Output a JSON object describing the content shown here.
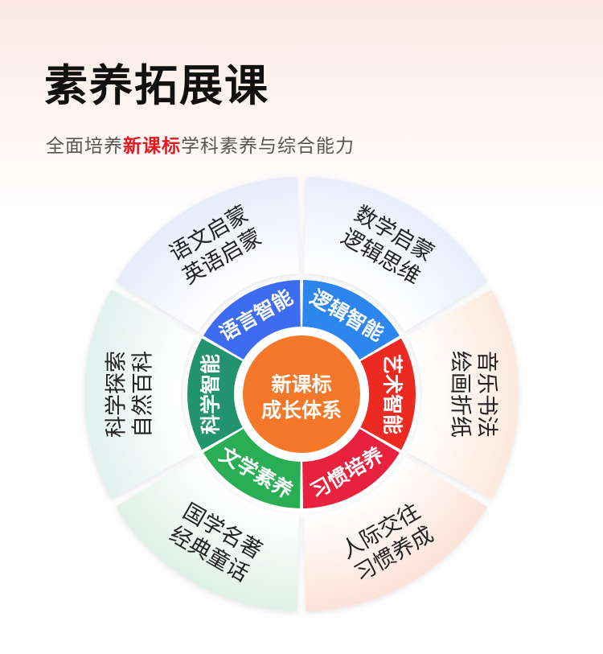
{
  "title": "素养拓展课",
  "subtitle": {
    "before": "全面培养",
    "highlight": "新课标",
    "after": "学科素养与综合能力"
  },
  "center": {
    "line1": "新课标",
    "line2": "成长体系"
  },
  "segments": [
    {
      "inner": "语言智能",
      "outer": [
        "语文启蒙",
        "英语启蒙"
      ],
      "color": "#3d6cf0"
    },
    {
      "inner": "逻辑智能",
      "outer": [
        "数学启蒙",
        "逻辑思维"
      ],
      "color": "#2c86ee"
    },
    {
      "inner": "艺术智能",
      "outer": [
        "音乐书法",
        "绘画折纸"
      ],
      "color": "#ec2a22"
    },
    {
      "inner": "习惯培养",
      "outer": [
        "人际交往",
        "习惯养成"
      ],
      "color": "#e8213f"
    },
    {
      "inner": "文学素养",
      "outer": [
        "国学名著",
        "经典童话"
      ],
      "color": "#29ad55"
    },
    {
      "inner": "科学智能",
      "outer": [
        "科学探索",
        "自然百科"
      ],
      "color": "#23926e"
    }
  ],
  "colors": {
    "center": "#f4772a",
    "highlight": "#e5191d"
  }
}
